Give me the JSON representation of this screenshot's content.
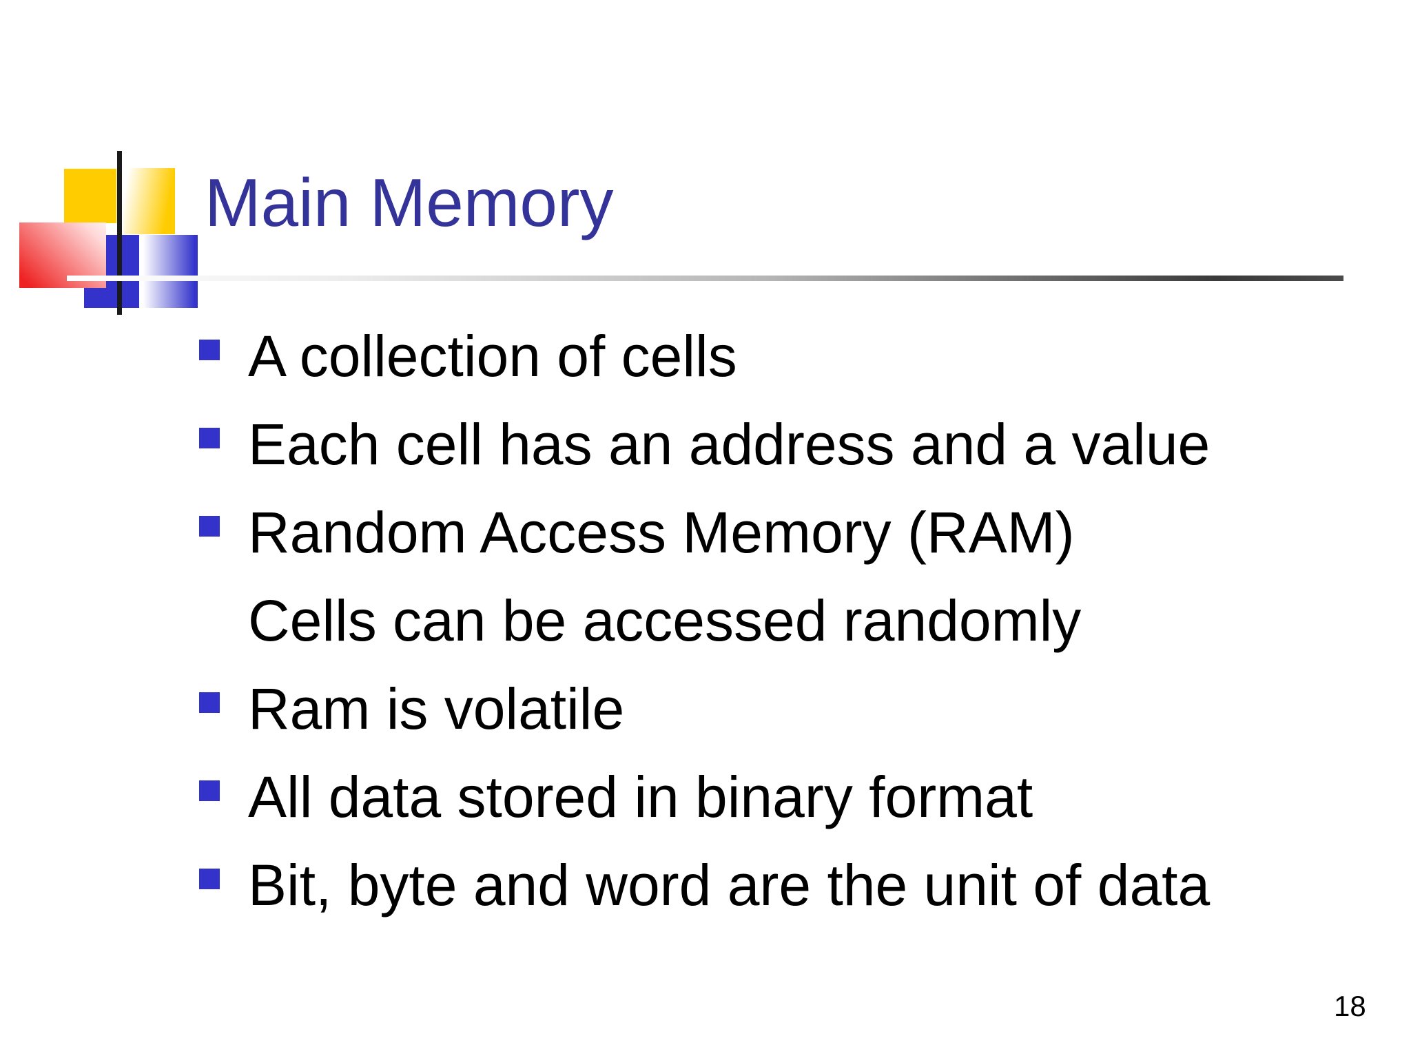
{
  "slide": {
    "title": "Main Memory",
    "page_number": "18",
    "bullets": [
      {
        "text": "A collection of cells"
      },
      {
        "text": "Each cell has an address and a value"
      },
      {
        "text": "Random Access Memory (RAM)"
      },
      {
        "text": "Cells can be accessed randomly"
      },
      {
        "text": "Ram is volatile"
      },
      {
        "text": "All data stored in binary format"
      },
      {
        "text": "Bit, byte and word are the unit of data"
      }
    ]
  },
  "colors": {
    "title_text": "#333399",
    "body_text": "#000000",
    "bullet_square": "#3333CC",
    "logo_yellow": "#FFCC00",
    "logo_red": "#EE2222",
    "logo_blue": "#3333CC",
    "divider_dark": "#3A3A3A"
  }
}
